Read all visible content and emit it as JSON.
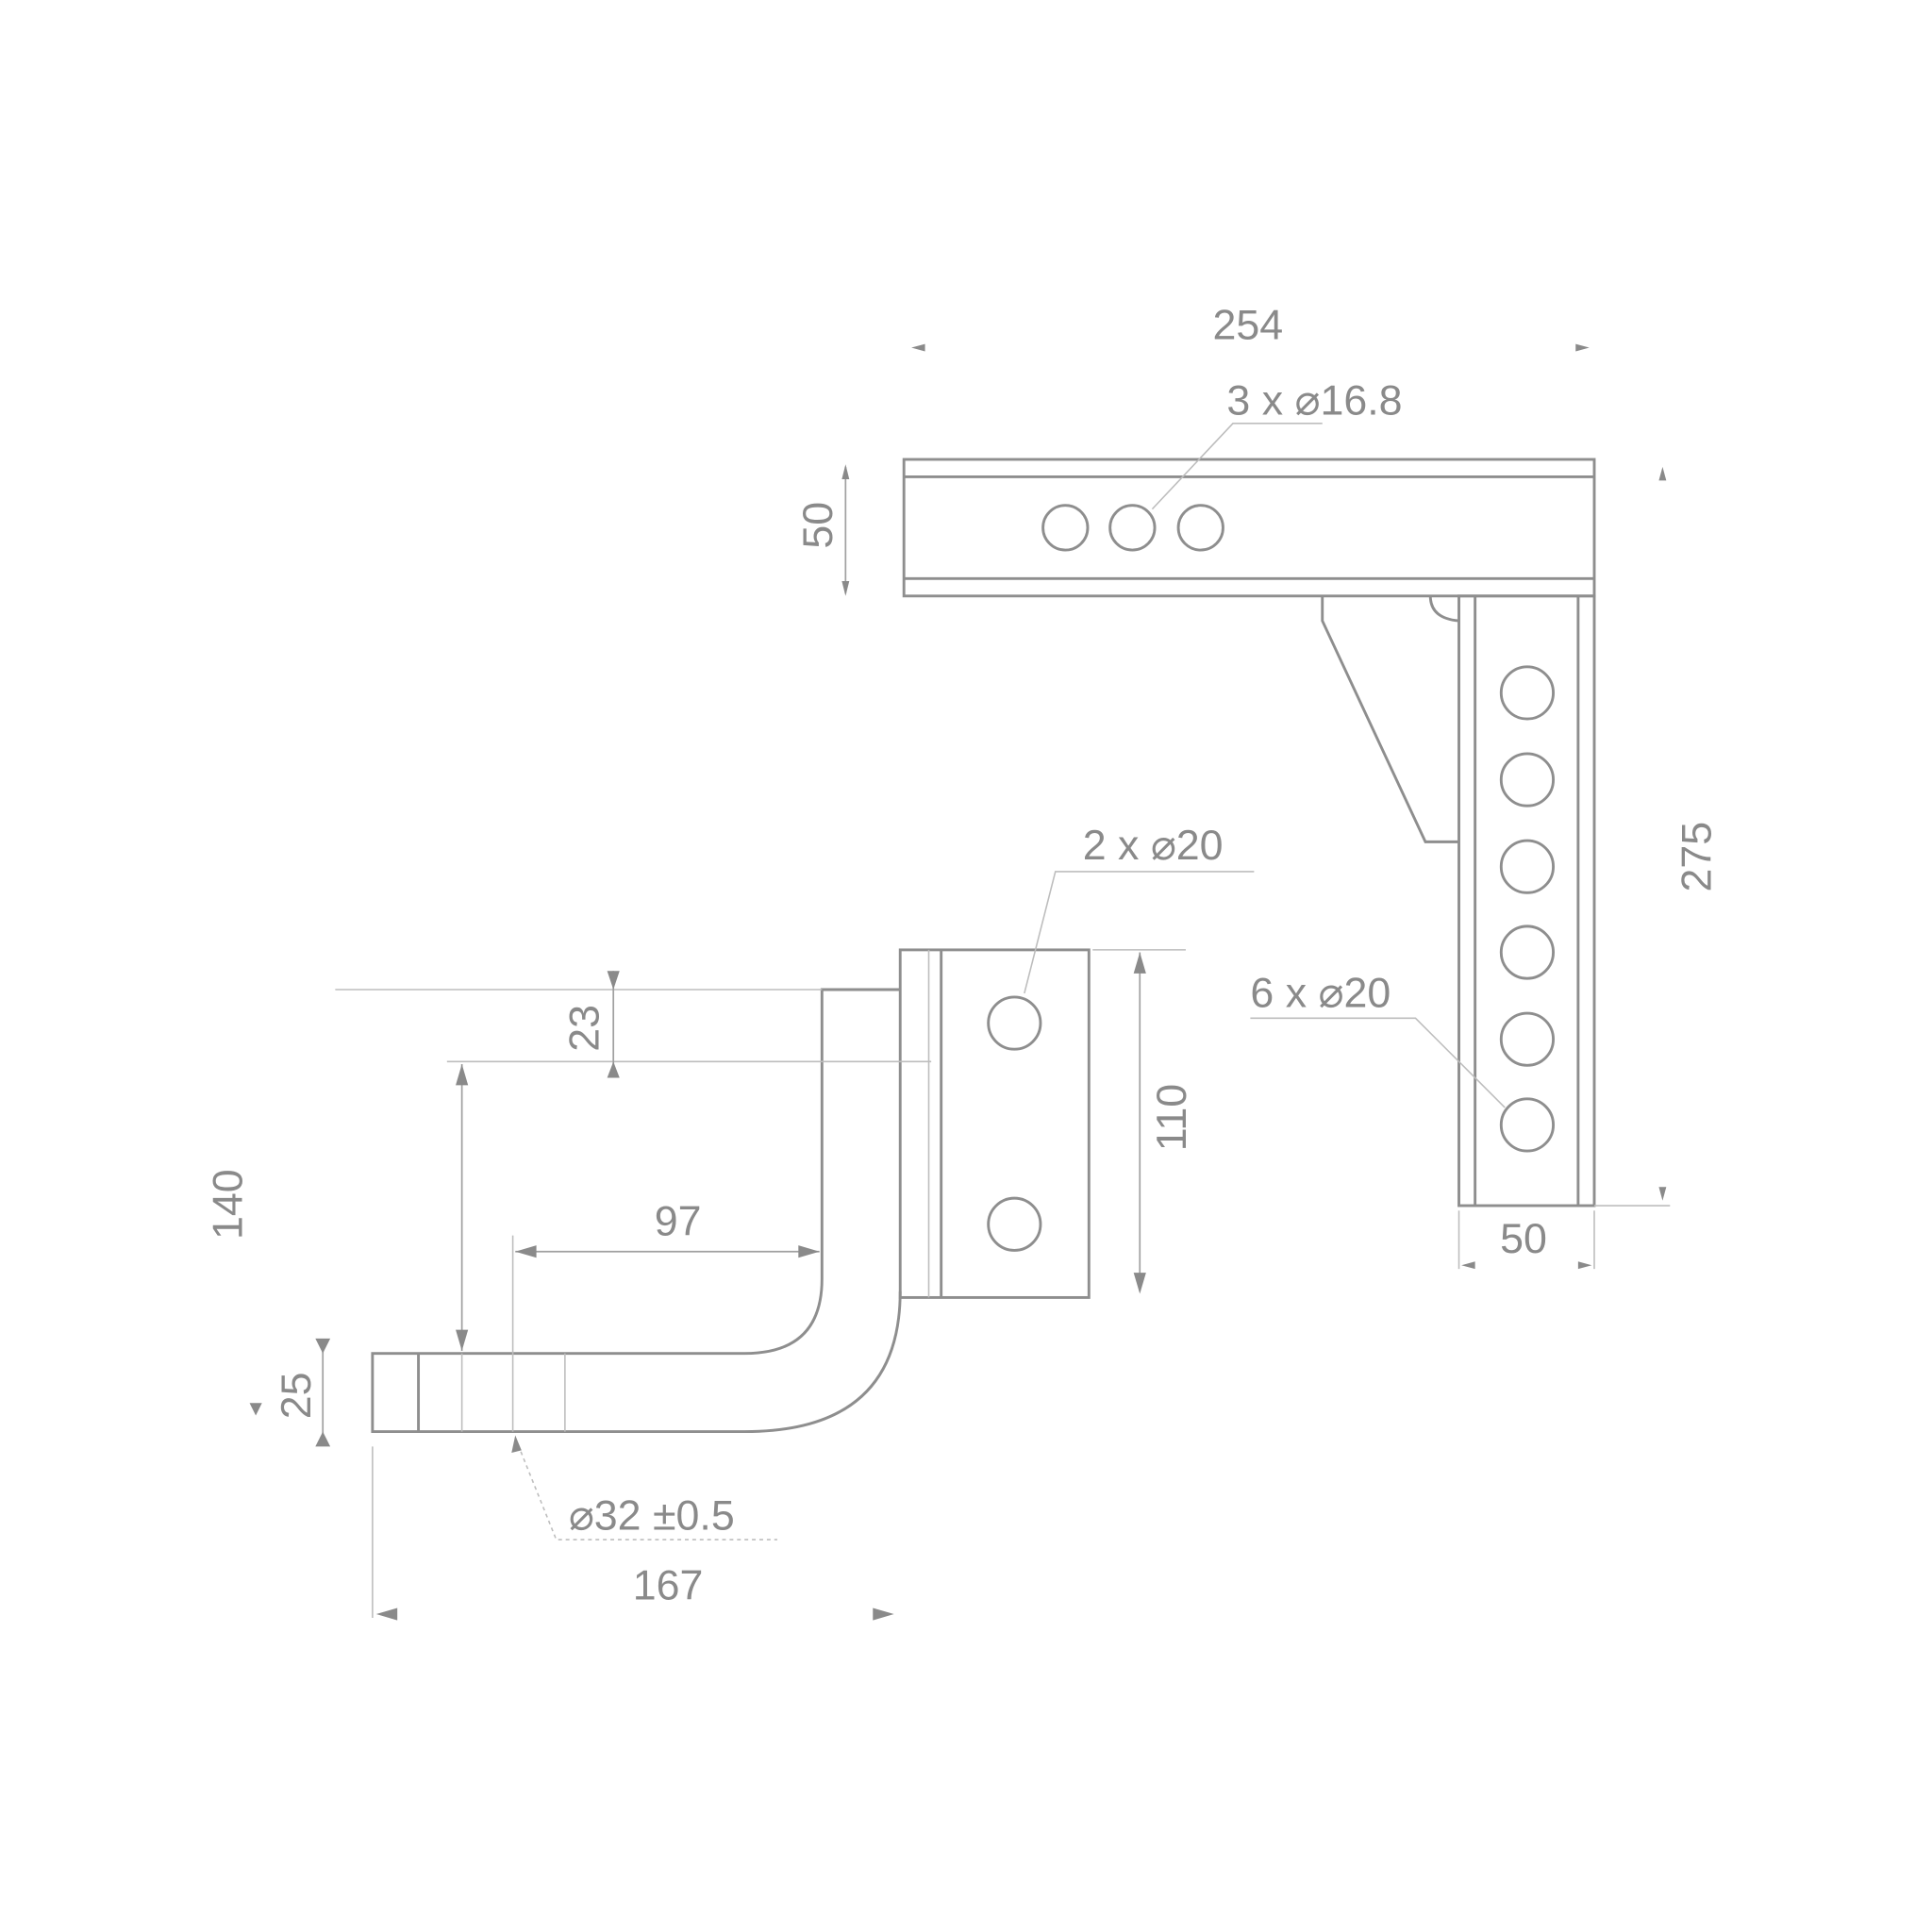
{
  "drawing": {
    "top_view": {
      "width_dim": "254",
      "hole_note_top": "3 x ⌀16.8",
      "height_dim": "50",
      "total_height_dim": "275",
      "hole_note_side": "6 x ⌀20",
      "bottom_width_dim": "50"
    },
    "ball_mount": {
      "hole_note": "2 x ⌀20",
      "rise_dim": "23",
      "plate_height_dim": "110",
      "drop_dim": "140",
      "shank_offset_dim": "97",
      "shank_thickness_dim": "25",
      "shank_diameter_note": "⌀32 ±0.5",
      "total_length_dim": "167"
    },
    "colors": {
      "line": "#8e8e8e",
      "text": "#8a8a8a"
    }
  }
}
